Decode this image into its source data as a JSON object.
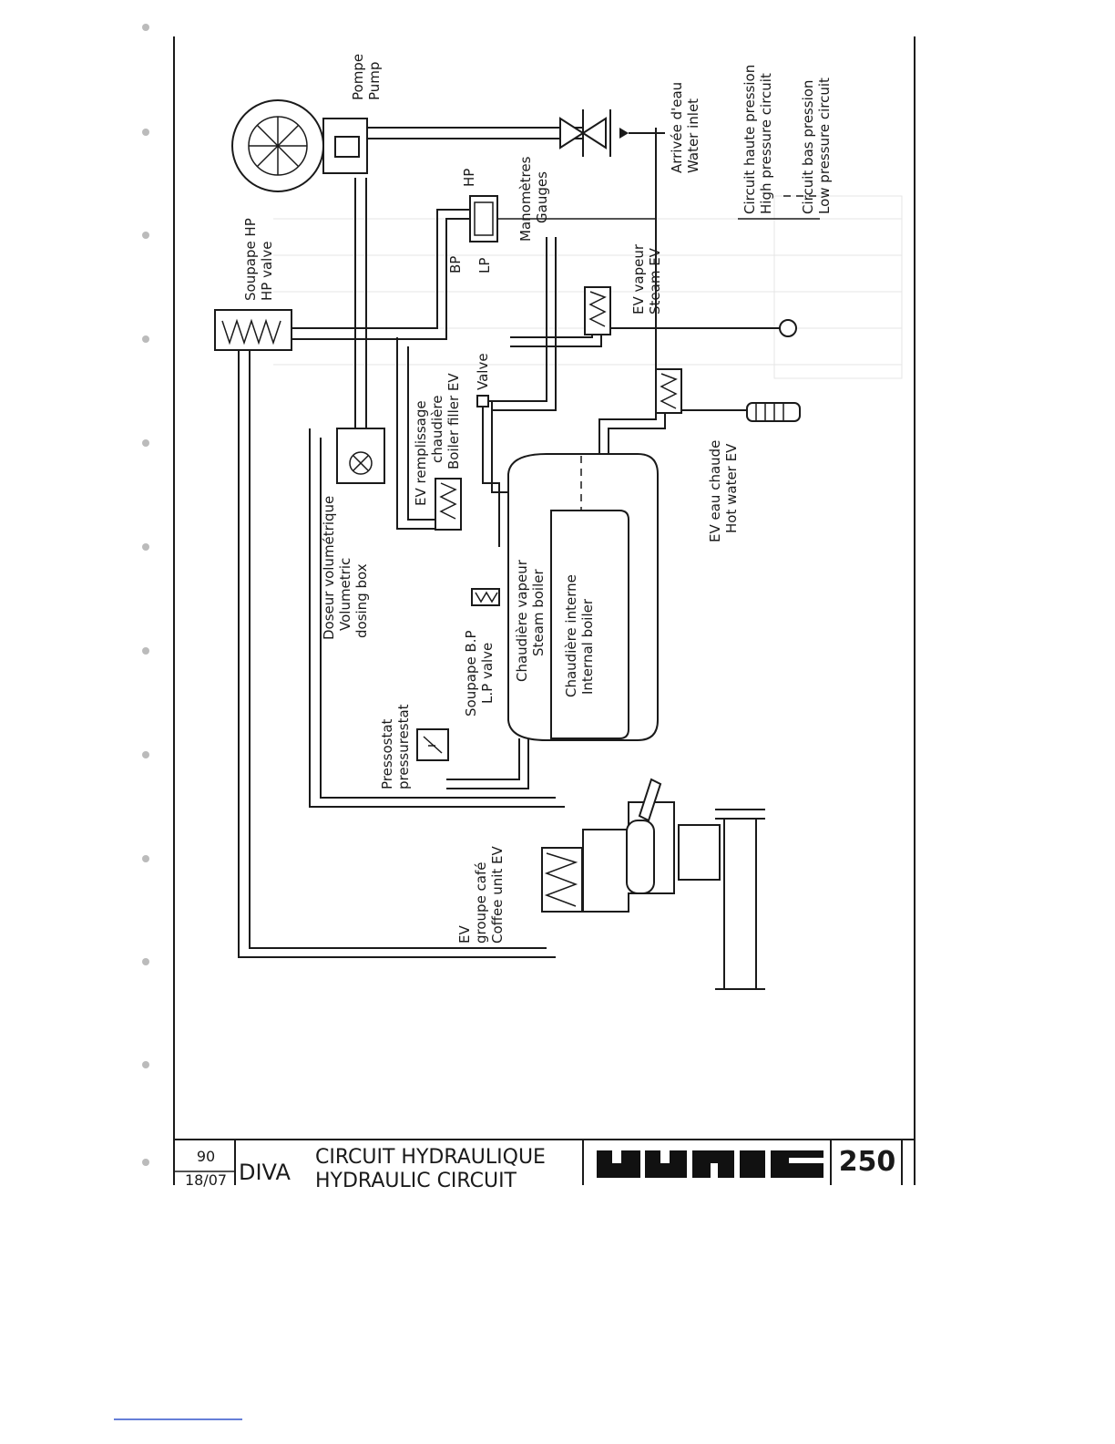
{
  "title_block": {
    "number_top": "90",
    "number_bottom": "18/07",
    "model": "DIVA",
    "title_fr": "CIRCUIT HYDRAULIQUE",
    "title_en": "HYDRAULIC CIRCUIT",
    "page_number": "250"
  },
  "labels": {
    "pump_fr": "Pompe",
    "pump_en": "Pump",
    "water_inlet_fr": "Arrivée d'eau",
    "water_inlet_en": "Water inlet",
    "hp_circuit_fr": "Circuit haute pression",
    "hp_circuit_en": "High pressure circuit",
    "lp_circuit_fr": "Circuit bas pression",
    "lp_circuit_en": "Low pressure circuit",
    "hp_valve_fr": "Soupape HP",
    "hp_valve_en": "HP valve",
    "gauges_fr": "Manomètres",
    "gauges_en": "Gauges",
    "gauge_hp": "HP",
    "gauge_bp": "BP",
    "gauge_lp": "LP",
    "steam_ev_fr": "EV vapeur",
    "steam_ev_en": "Steam EV",
    "filler_fr_1": "EV remplissage",
    "filler_fr_2": "chaudière",
    "filler_en": "Boiler filler EV",
    "valve": "Valve",
    "hot_water_fr": "EV eau chaude",
    "hot_water_en": "Hot water EV",
    "dosing_fr": "Doseur volumétrique",
    "dosing_en_1": "Volumetric",
    "dosing_en_2": "dosing box",
    "steam_boiler_fr": "Chaudière vapeur",
    "steam_boiler_en": "Steam boiler",
    "internal_boiler_fr": "Chaudière interne",
    "internal_boiler_en": "Internal boiler",
    "lp_valve_fr": "Soupape B.P",
    "lp_valve_en": "L.P valve",
    "pressostat_fr": "Pressostat",
    "pressostat_en": "pressurestat",
    "coffee_ev_1": "EV",
    "coffee_ev_fr": "groupe café",
    "coffee_ev_en": "Coffee unit EV"
  }
}
